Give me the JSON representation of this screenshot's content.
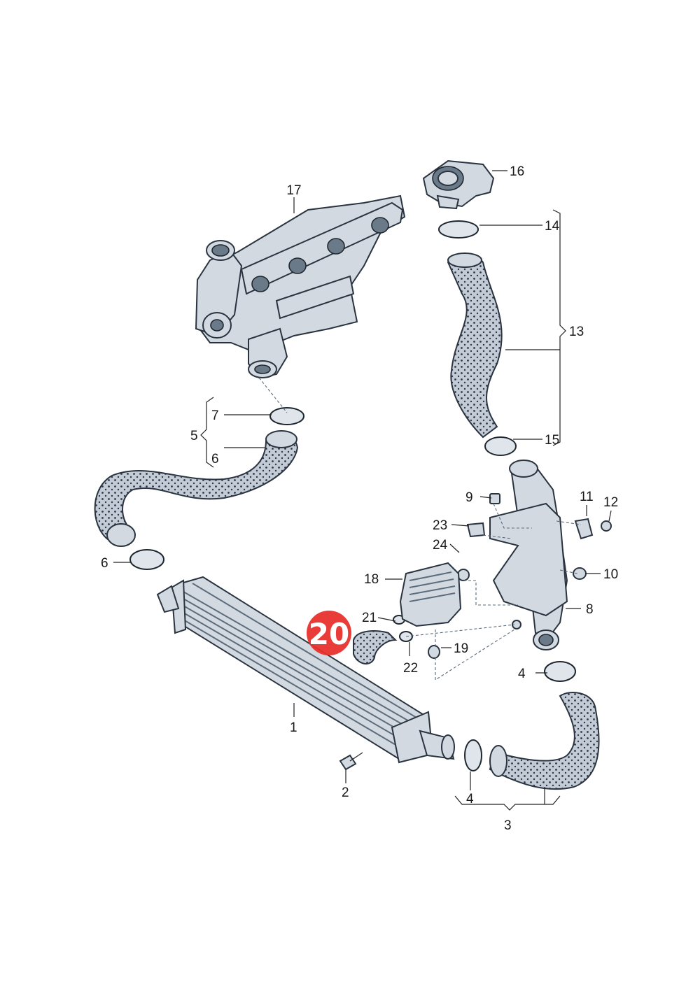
{
  "callouts": {
    "c1": "1",
    "c2": "2",
    "c3": "3",
    "c4a": "4",
    "c4b": "4",
    "c5": "5",
    "c6a": "6",
    "c6b": "6",
    "c7": "7",
    "c8": "8",
    "c9": "9",
    "c10": "10",
    "c11": "11",
    "c12": "12",
    "c13": "13",
    "c14": "14",
    "c15": "15",
    "c16": "16",
    "c17": "17",
    "c18": "18",
    "c19": "19",
    "c20": "20",
    "c21": "21",
    "c22": "22",
    "c23": "23",
    "c24": "24"
  },
  "colors": {
    "highlight": "#e8302c",
    "part_fill": "#c3ccd6",
    "outline": "#2a3440"
  }
}
